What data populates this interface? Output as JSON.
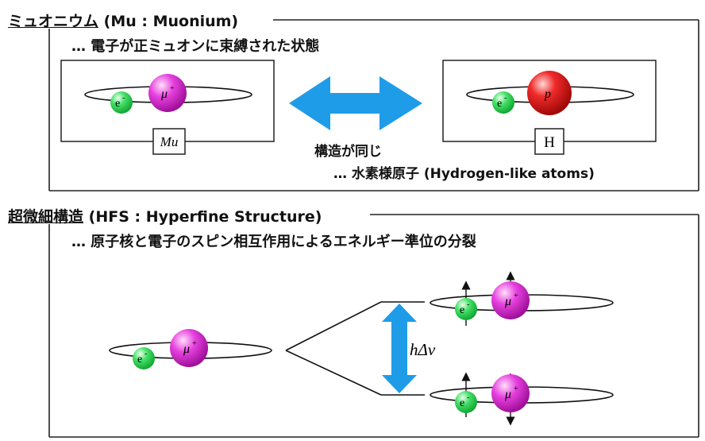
{
  "section1": {
    "title_jp": "ミュオニウム",
    "title_en": "(Mu : Muonium)",
    "description": "… 電子が正ミュオンに束縛された状態",
    "mu_box_label": "Mu",
    "h_box_label": "H",
    "arrow_label": "構造が同じ",
    "note": "… 水素様原子 (Hydrogen-like atoms)",
    "electron_label": "e",
    "electron_sup": "-",
    "muon_label": "μ",
    "muon_sup": "+",
    "proton_label": "p"
  },
  "section2": {
    "title_jp": "超微細構造",
    "title_en": "(HFS : Hyperfine Structure)",
    "description": "… 原子核と電子のスピン相互作用によるエネルギー準位の分裂",
    "splitting_label": "hΔν"
  },
  "colors": {
    "arrow": "#1f9ce8",
    "electron": "#33dd55",
    "muon": "#e633e0",
    "proton": "#ee2222",
    "frame": "#222222"
  }
}
